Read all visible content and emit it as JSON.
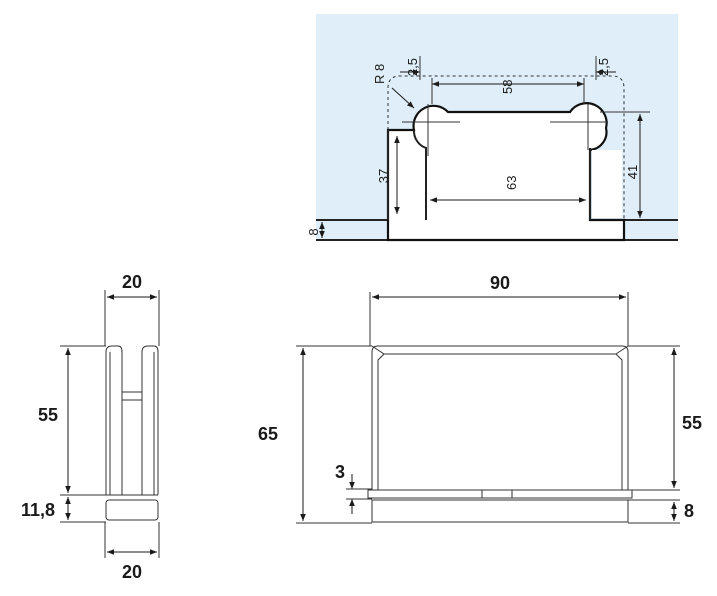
{
  "detail_view": {
    "background_color": "#dfeef8",
    "dimensions": {
      "radius": "R 8",
      "slot_left": "2,5",
      "slot_right": "2,5",
      "top_width": "58",
      "inner_height": "37",
      "outer_height": "41",
      "bottom_opening": "63",
      "base_thickness": "8"
    }
  },
  "side_view": {
    "width_top": "20",
    "height_upper": "55",
    "height_base": "11,8",
    "width_bottom": "20"
  },
  "front_view": {
    "width": "90",
    "height_total": "65",
    "height_upper": "55",
    "gap": "3",
    "base_thickness": "8"
  }
}
